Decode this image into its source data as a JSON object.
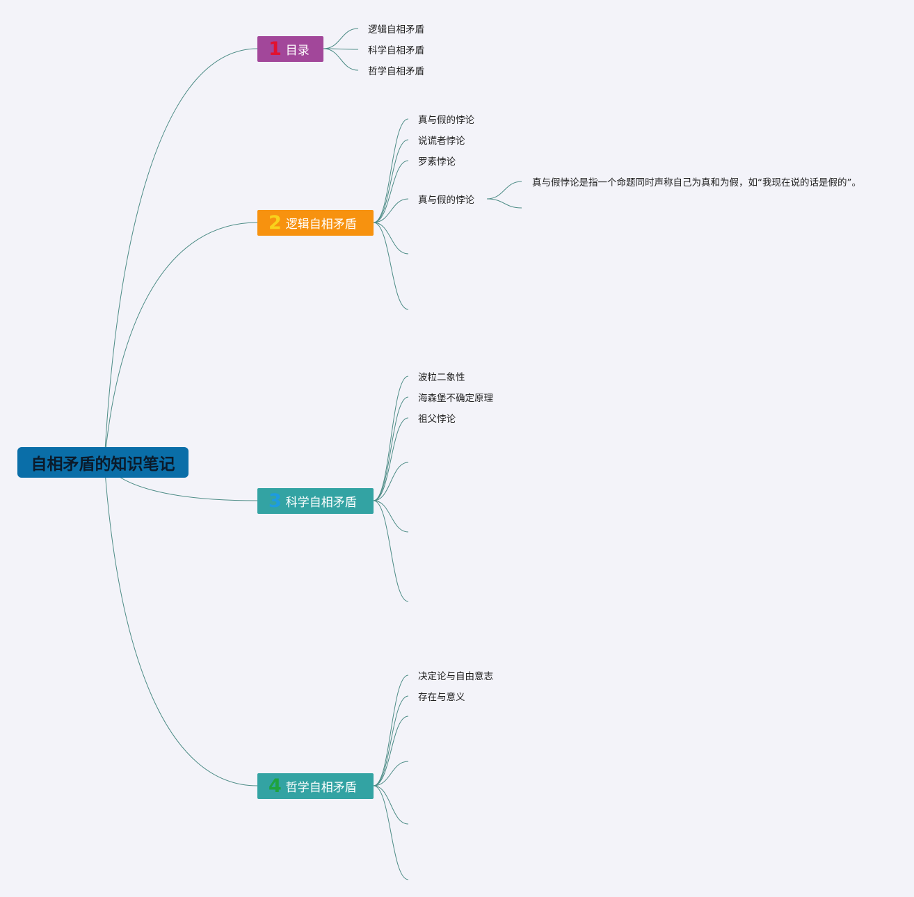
{
  "root": {
    "label": "自相矛盾的知识笔记",
    "color": "#0a6ea8"
  },
  "line_color": "#4d8c86",
  "branches": [
    {
      "id": "toc",
      "number": "1",
      "label": "目录",
      "color": "#a2479a",
      "number_color": "#e2122f",
      "children": [
        "逻辑自相矛盾",
        "科学自相矛盾",
        "哲学自相矛盾"
      ]
    },
    {
      "id": "logic",
      "number": "2",
      "label": "逻辑自相矛盾",
      "color": "#f7920f",
      "number_color": "#f9d21c",
      "children": [
        "真与假的悖论",
        "说谎者悖论",
        "罗素悖论",
        "真与假的悖论"
      ],
      "detail": "真与假悖论是指一个命题同时声称自己为真和为假，如“我现在说的话是假的”。"
    },
    {
      "id": "science",
      "number": "3",
      "label": "科学自相矛盾",
      "color": "#33a3a3",
      "number_color": "#1e9be0",
      "children": [
        "波粒二象性",
        "海森堡不确定原理",
        "祖父悖论"
      ]
    },
    {
      "id": "philosophy",
      "number": "4",
      "label": "哲学自相矛盾",
      "color": "#33a3a3",
      "number_color": "#1fa33f",
      "children": [
        "决定论与自由意志",
        "存在与意义"
      ]
    }
  ]
}
